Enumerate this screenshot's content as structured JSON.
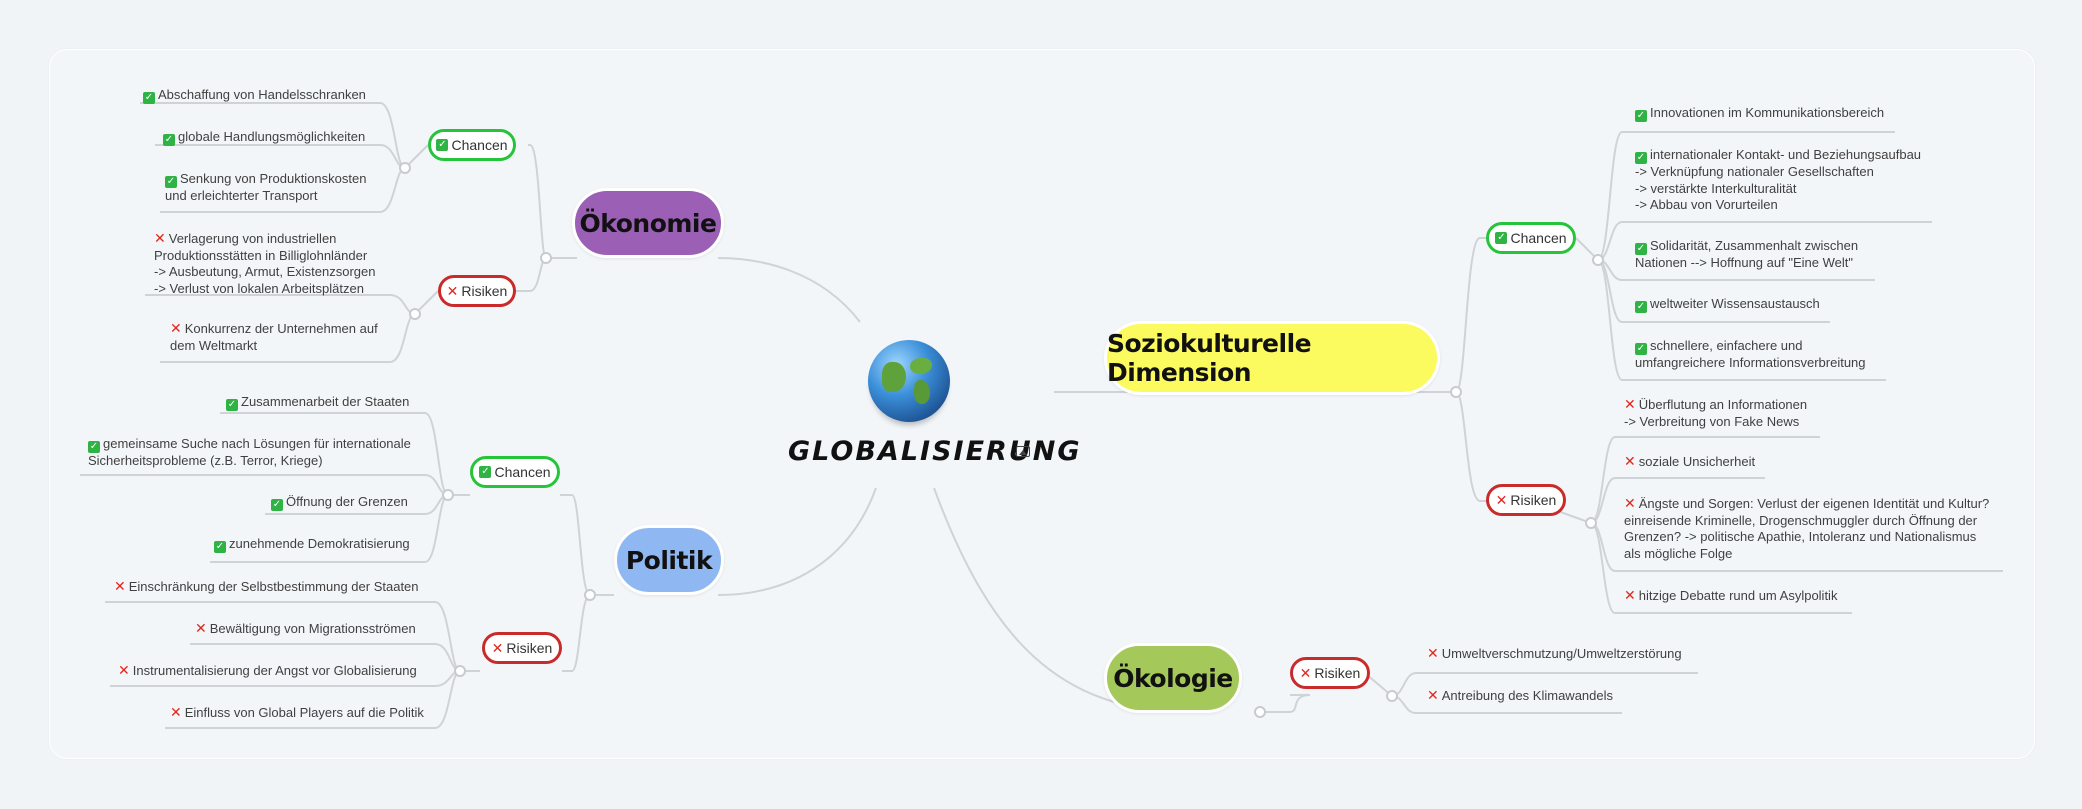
{
  "center": {
    "title": "GLOBALISIERUNG",
    "icon": "globe-icon",
    "attachment_icon": "image-icon"
  },
  "colors": {
    "oekonomie": "#9b5fb5",
    "politik": "#8fb8f2",
    "sozio": "#fbfb60",
    "oekologie": "#a4c95a",
    "chance_border": "#26c43b",
    "risk_border": "#c92b2b"
  },
  "labels": {
    "chancen": "Chancen",
    "risiken": "Risiken"
  },
  "oekonomie": {
    "title": "Ökonomie",
    "chancen": [
      "Abschaffung von Handelsschranken",
      "globale Handlungsmöglichkeiten",
      "Senkung von Produktionskosten",
      "und erleichterter Transport"
    ],
    "risiken": [
      "Verlagerung von industriellen",
      "Produktionsstätten in Billiglohnländer",
      "-> Ausbeutung, Armut, Existenzsorgen",
      "-> Verlust von lokalen Arbeitsplätzen",
      "Konkurrenz der Unternehmen auf",
      "dem Weltmarkt"
    ]
  },
  "politik": {
    "title": "Politik",
    "chancen": [
      "Zusammenarbeit der Staaten",
      "gemeinsame Suche nach Lösungen für internationale",
      "Sicherheitsprobleme (z.B. Terror, Kriege)",
      "Öffnung der Grenzen",
      "zunehmende Demokratisierung"
    ],
    "risiken": [
      "Einschränkung der Selbstbestimmung der Staaten",
      "Bewältigung von Migrationsströmen",
      "Instrumentalisierung der Angst vor Globalisierung",
      "Einfluss von Global Players auf die Politik"
    ]
  },
  "sozio": {
    "title": "Soziokulturelle Dimension",
    "chancen": [
      "Innovationen im Kommunikationsbereich",
      "internationaler Kontakt- und Beziehungsaufbau",
      "-> Verknüpfung nationaler Gesellschaften",
      "-> verstärkte Interkulturalität",
      "-> Abbau von Vorurteilen",
      "Solidarität, Zusammenhalt zwischen",
      "Nationen --> Hoffnung auf \"Eine Welt\"",
      "weltweiter Wissensaustausch",
      "schnellere, einfachere und",
      "umfangreichere Informationsverbreitung"
    ],
    "risiken": [
      "Überflutung an Informationen",
      "-> Verbreitung von Fake News",
      "soziale Unsicherheit",
      "Ängste und Sorgen: Verlust der eigenen Identität und Kultur?",
      "einreisende Kriminelle, Drogenschmuggler durch Öffnung der",
      "Grenzen? -> politische Apathie, Intoleranz und Nationalismus",
      "als mögliche Folge",
      "hitzige Debatte rund um Asylpolitik"
    ]
  },
  "oekologie": {
    "title": "Ökologie",
    "risiken": [
      "Umweltverschmutzung/Umweltzerstörung",
      "Antreibung des Klimawandels"
    ]
  }
}
